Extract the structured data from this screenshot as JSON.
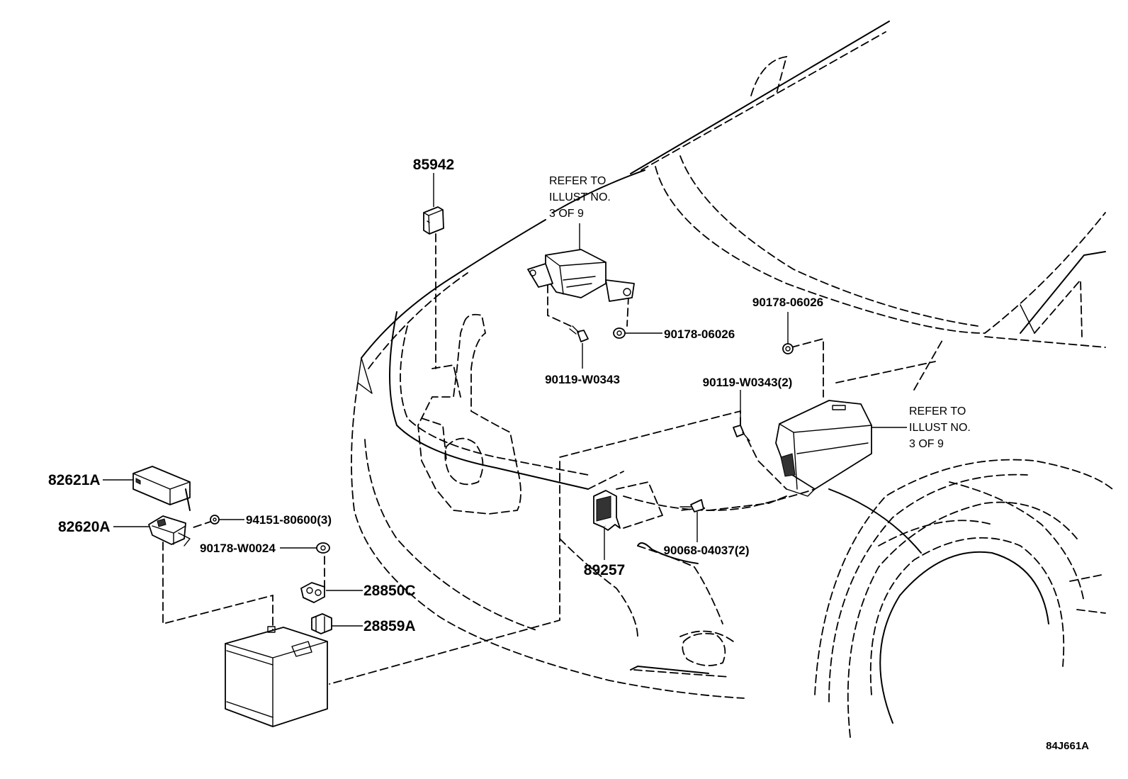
{
  "parts": {
    "p85942": "85942",
    "p90178_06026_a": "90178-06026",
    "p90119_W0343": "90119-W0343",
    "p90178_06026_b": "90178-06026",
    "p90119_W0343_2": "90119-W0343(2)",
    "p82621A": "82621A",
    "p82620A": "82620A",
    "p94151_80600_3": "94151-80600(3)",
    "p90178_W0024": "90178-W0024",
    "p28850C": "28850C",
    "p28859A": "28859A",
    "p89257": "89257",
    "p90068_04037_2": "90068-04037(2)"
  },
  "notes": {
    "refer_a": [
      "REFER TO",
      "ILLUST NO.",
      "3 OF 9"
    ],
    "refer_b": [
      "REFER TO",
      "ILLUST NO.",
      "3 OF 9"
    ]
  },
  "illustration_code": "84J661A"
}
